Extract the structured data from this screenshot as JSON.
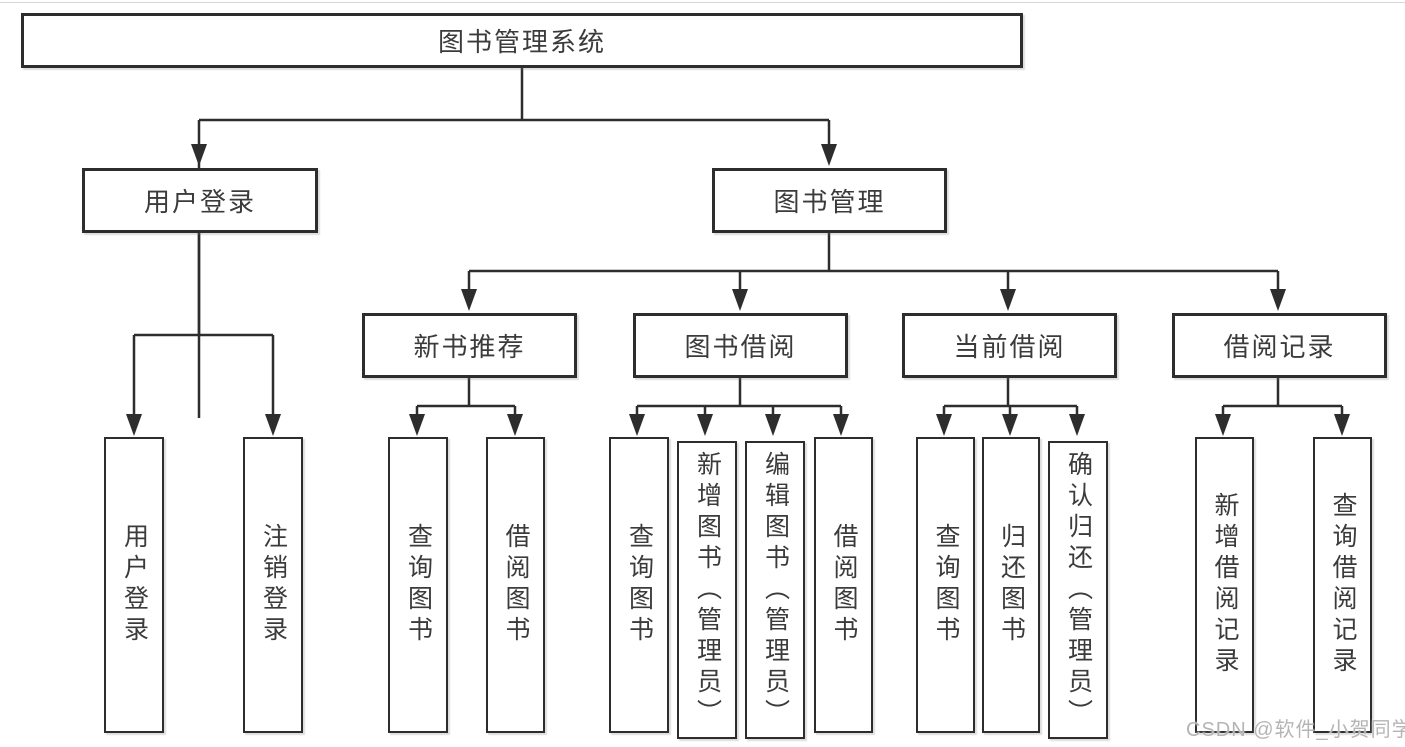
{
  "diagram": {
    "title": "图书管理系统",
    "root": {
      "label": "图书管理系统"
    },
    "level2": [
      {
        "label": "用户登录",
        "parent": "图书管理系统"
      },
      {
        "label": "图书管理",
        "parent": "图书管理系统"
      }
    ],
    "level3": [
      {
        "label": "新书推荐",
        "parent": "图书管理"
      },
      {
        "label": "图书借阅",
        "parent": "图书管理"
      },
      {
        "label": "当前借阅",
        "parent": "图书管理"
      },
      {
        "label": "借阅记录",
        "parent": "图书管理"
      }
    ],
    "leaves": [
      {
        "label": "用户登录",
        "parent": "用户登录"
      },
      {
        "label": "注销登录",
        "parent": "用户登录"
      },
      {
        "label": "查询图书",
        "parent": "新书推荐"
      },
      {
        "label": "借阅图书",
        "parent": "新书推荐"
      },
      {
        "label": "查询图书",
        "parent": "图书借阅"
      },
      {
        "label": "新增图书（管理员）",
        "parent": "图书借阅"
      },
      {
        "label": "编辑图书（管理员）",
        "parent": "图书借阅"
      },
      {
        "label": "借阅图书",
        "parent": "图书借阅"
      },
      {
        "label": "查询图书",
        "parent": "当前借阅"
      },
      {
        "label": "归还图书",
        "parent": "当前借阅"
      },
      {
        "label": "确认归还（管理员）",
        "parent": "当前借阅"
      },
      {
        "label": "新增借阅记录",
        "parent": "借阅记录"
      },
      {
        "label": "查询借阅记录",
        "parent": "借阅记录"
      }
    ],
    "watermark": "CSDN @软件_小贺同学",
    "colors": {
      "line": "#2d2d2d",
      "text": "#3b3b3b",
      "watermark": "#b5b5b5",
      "background": "#ffffff"
    }
  }
}
